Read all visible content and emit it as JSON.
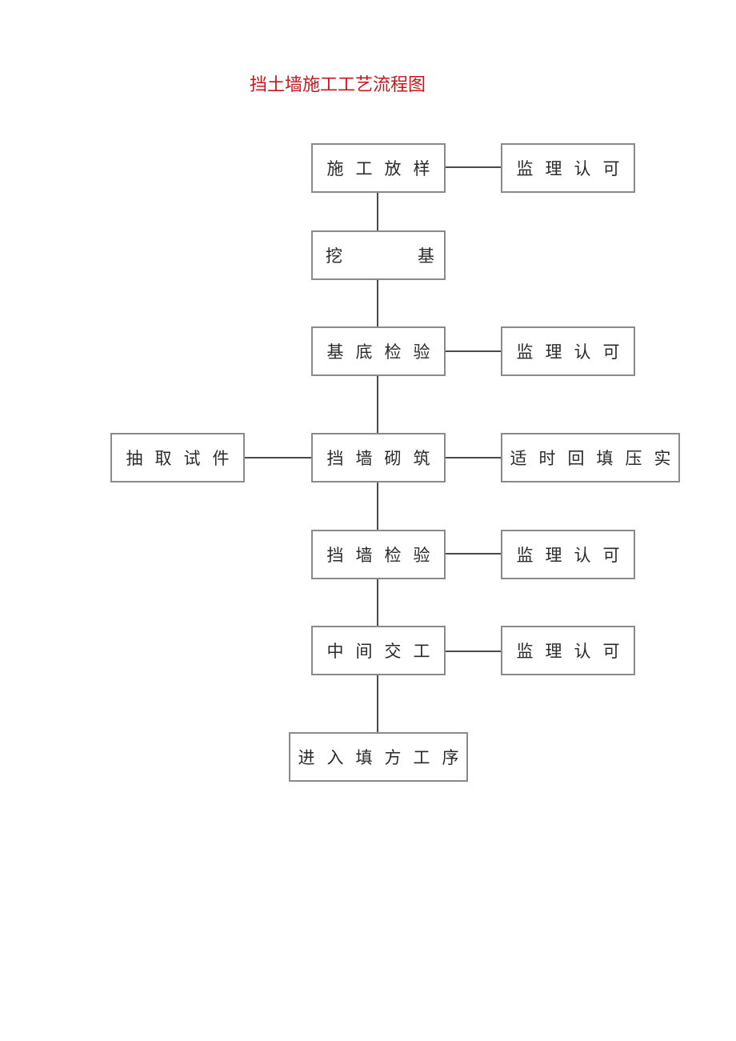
{
  "title": "挡土墙施工工艺流程图",
  "colors": {
    "title": "#c8161d",
    "box_border": "#8a8a8a",
    "connector": "#4a4a4a",
    "text": "#2a2a2a"
  },
  "flow": {
    "step1": "施工放样",
    "step2": [
      "挖",
      "基"
    ],
    "step3": "基底检验",
    "step4": "挡墙砌筑",
    "step5": "挡墙检验",
    "step6": "中间交工",
    "step7": "进入填方工序"
  },
  "side": {
    "approval1": "监理认可",
    "approval2": "监理认可",
    "sample": "抽取试件",
    "backfill": "适时回填压实",
    "approval3": "监理认可",
    "approval4": "监理认可"
  }
}
